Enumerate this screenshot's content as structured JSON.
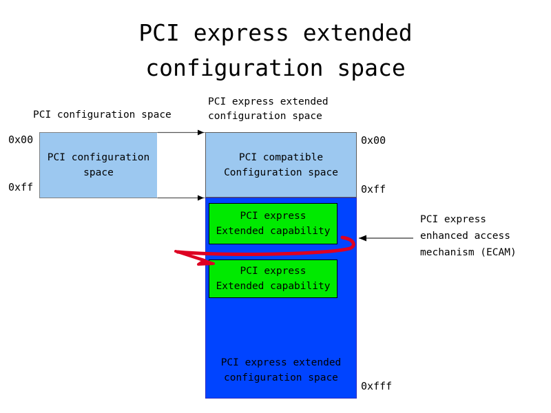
{
  "title": "PCI express extended\nconfiguration space",
  "labels": {
    "left_caption": "PCI configuration space",
    "right_caption": "PCI express extended\nconfiguration space",
    "ecam_caption": "PCI express\nenhanced access\nmechanism (ECAM)"
  },
  "addresses": {
    "left_top": "0x00",
    "left_bottom": "0xff",
    "right_top": "0x00",
    "right_mid": "0xff",
    "right_bottom": "0xfff"
  },
  "boxes": {
    "pci_config_space": "PCI configuration\nspace",
    "pci_compatible": "PCI compatible\nConfiguration space",
    "extended_space": "PCI express extended\nconfiguration space",
    "capability_1": "PCI express\nExtended capability",
    "capability_2": "PCI express\nExtended capability"
  },
  "colors": {
    "light_blue": "#9cc8f0",
    "deep_blue": "#0044ff",
    "green": "#00ea00",
    "red_arrow": "#dd0022",
    "black": "#000000",
    "background": "#ffffff"
  }
}
